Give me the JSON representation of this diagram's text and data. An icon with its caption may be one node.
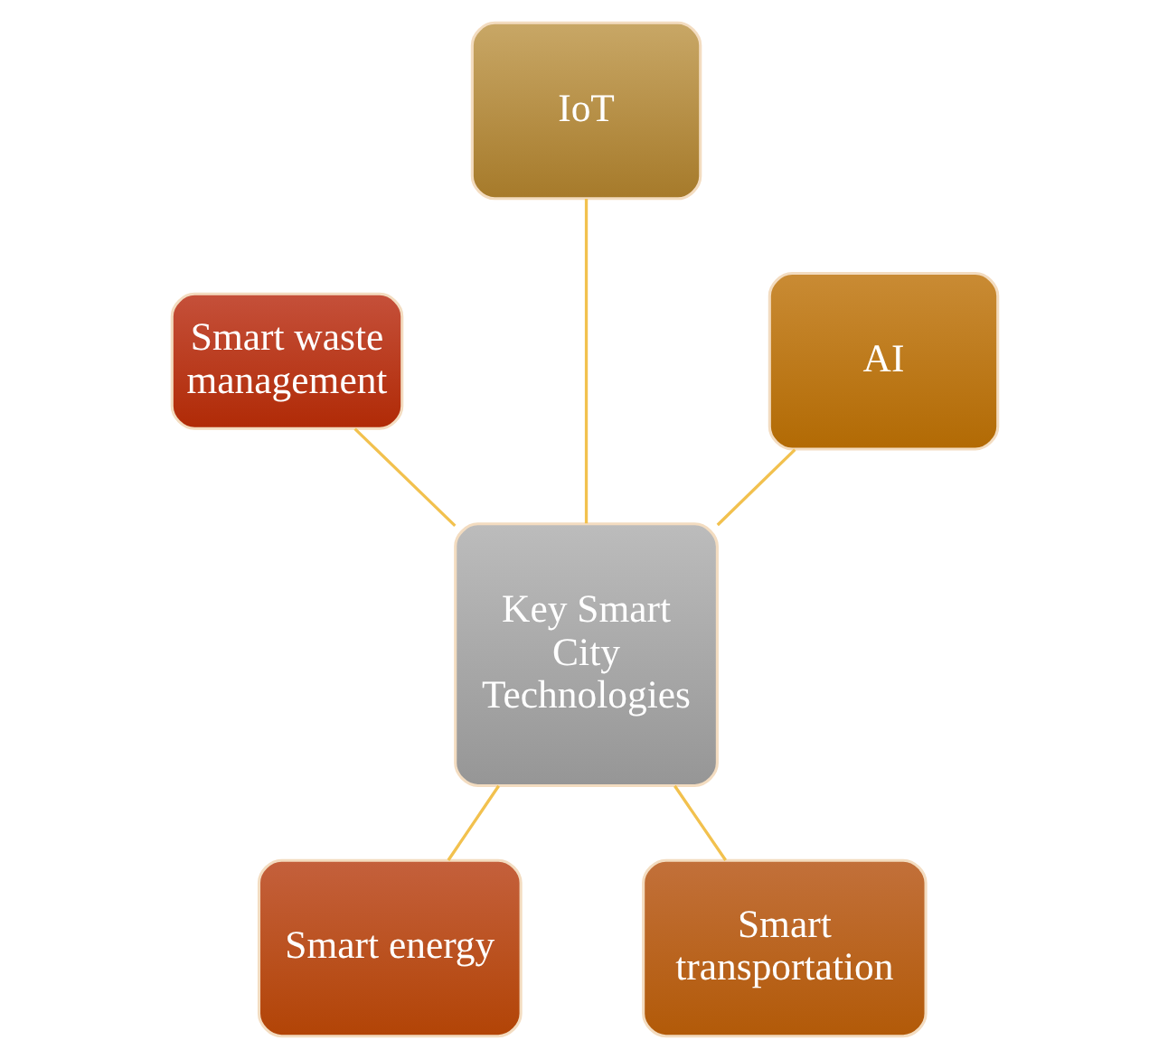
{
  "diagram": {
    "nodes": [
      {
        "text": [
          "IoT"
        ]
      },
      {
        "text": [
          "Smart waste management"
        ]
      },
      {
        "text": [
          "AI"
        ]
      },
      {
        "text": [
          "Key Smart City Technologies"
        ]
      },
      {
        "text": [
          "Smart energy"
        ]
      },
      {
        "text": [
          "Smart transportation"
        ]
      }
    ],
    "edges": [
      {
        "from": 3,
        "to": 1,
        "arrow": "none"
      },
      {
        "from": 3,
        "to": 0,
        "arrow": "none"
      },
      {
        "from": 3,
        "to": 2,
        "arrow": "none"
      },
      {
        "from": 3,
        "to": 4,
        "arrow": "none"
      },
      {
        "from": 3,
        "to": 5,
        "arrow": "none"
      }
    ]
  }
}
